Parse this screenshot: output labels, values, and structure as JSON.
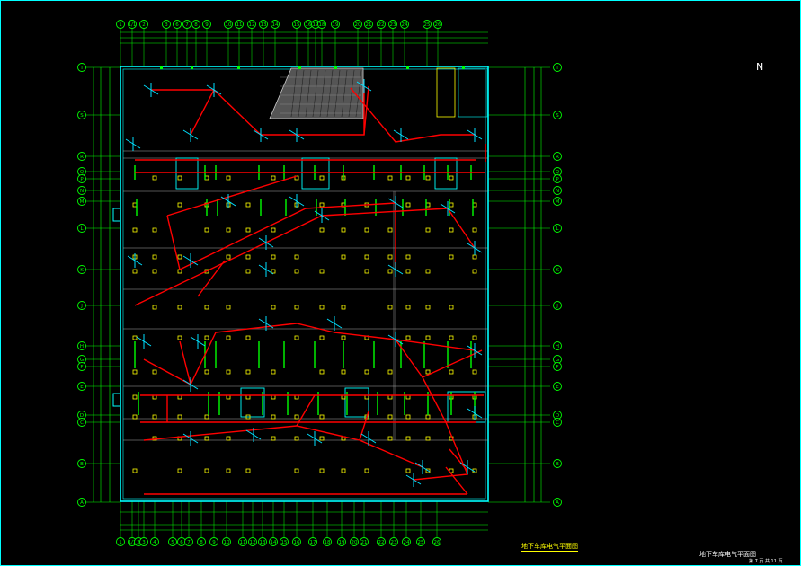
{
  "north_label": "N",
  "plan_title_main": "地下车库电气平面图",
  "drawing_title": "地下车库电气平面图",
  "sheet_number": "第 7 页  共 11 页",
  "top_axes": [
    "1",
    "1/1",
    "2",
    "3",
    "6",
    "7",
    "8",
    "9",
    "10",
    "11",
    "12",
    "13",
    "14",
    "15",
    "16",
    "17",
    "18",
    "19",
    "20",
    "21",
    "22",
    "23",
    "24",
    "25",
    "26"
  ],
  "bottom_axes": [
    "1",
    "1/1",
    "2",
    "3",
    "4",
    "5",
    "6",
    "7",
    "8",
    "9",
    "10",
    "11",
    "12",
    "13",
    "14",
    "15",
    "16",
    "17",
    "18",
    "19",
    "20",
    "21",
    "22",
    "23",
    "24",
    "25",
    "26"
  ],
  "left_axes": [
    "T",
    "S",
    "R",
    "Q",
    "P",
    "N",
    "M",
    "L",
    "K",
    "J",
    "H",
    "G",
    "F",
    "E",
    "D",
    "C",
    "B",
    "A"
  ],
  "right_axes": [
    "T",
    "S",
    "R",
    "Q",
    "P",
    "N",
    "M",
    "L",
    "K",
    "J",
    "H",
    "G",
    "F",
    "E",
    "D",
    "C",
    "B",
    "A"
  ],
  "colors": {
    "background": "#000000",
    "axis_line": "#00ff00",
    "wall": "#00ffff",
    "wiring": "#ff0000",
    "fixture": "#ffff00",
    "text": "#ffffff",
    "frame": "#00ffff"
  }
}
